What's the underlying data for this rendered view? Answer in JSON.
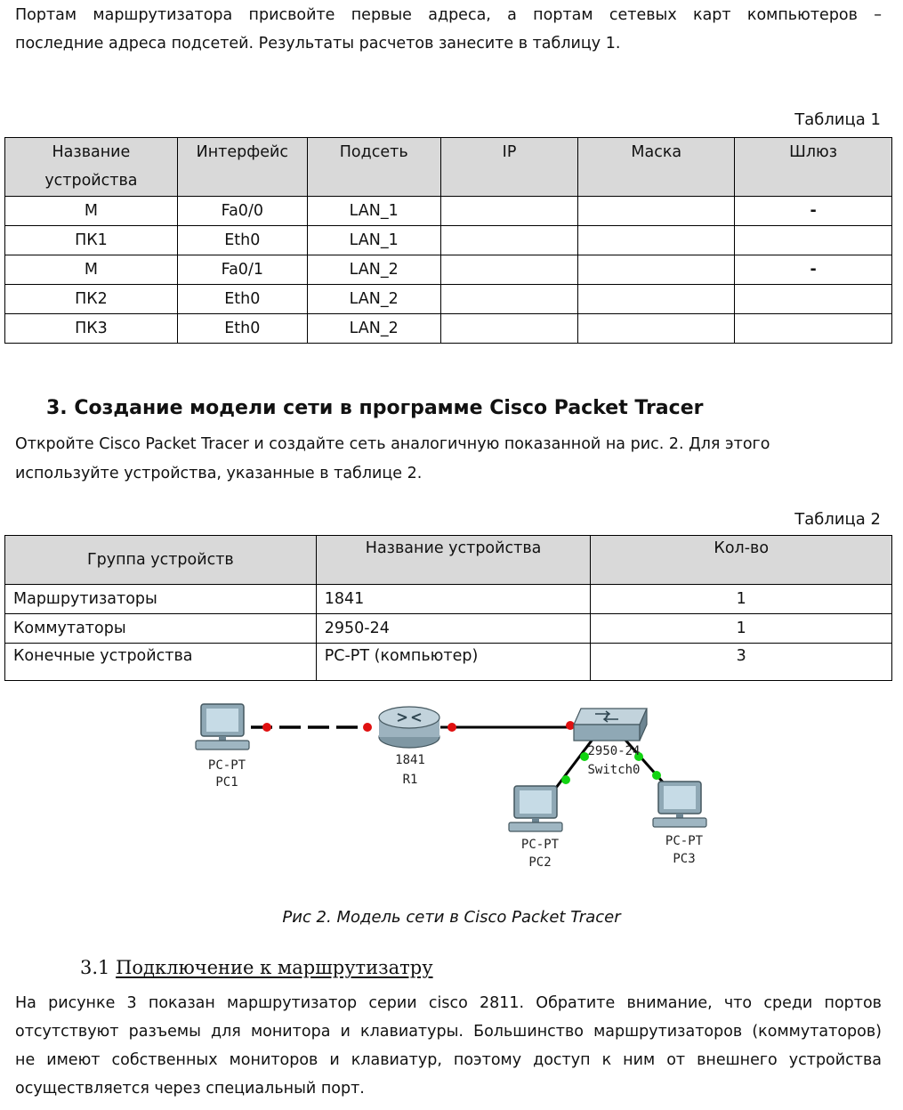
{
  "intro": {
    "line1": "Портам маршрутизатора присвойте первые адреса, а портам сетевых карт компьютеров –",
    "line2": "последние адреса подсетей.  Результаты расчетов занесите в таблицу 1."
  },
  "table1": {
    "caption": "Таблица 1",
    "headers": [
      "Название устройства",
      "Интерфейс",
      "Подсеть",
      "IP",
      "Маска",
      "Шлюз"
    ],
    "rows": [
      [
        "М",
        "Fa0/0",
        "LAN_1",
        "",
        "",
        "-"
      ],
      [
        "ПК1",
        "Eth0",
        "LAN_1",
        "",
        "",
        ""
      ],
      [
        "М",
        "Fa0/1",
        "LAN_2",
        "",
        "",
        "-"
      ],
      [
        "ПК2",
        "Eth0",
        "LAN_2",
        "",
        "",
        ""
      ],
      [
        "ПК3",
        "Eth0",
        "LAN_2",
        "",
        "",
        ""
      ]
    ]
  },
  "section3": {
    "heading": "3.  Создание модели сети в программе Cisco Packet Tracer",
    "line1": "Откройте Cisco Packet Tracer и создайте сеть аналогичную показанной на рис. 2. Для этого",
    "line2": "используйте устройства, указанные в таблице 2."
  },
  "table2": {
    "caption": "Таблица 2",
    "headers": [
      "Группа устройств",
      "Название устройства",
      "Кол-во"
    ],
    "rows": [
      [
        "Маршрутизаторы",
        "1841",
        "1"
      ],
      [
        "Коммутаторы",
        "2950-24",
        "1"
      ],
      [
        "Конечные устройства",
        "PC-PT (компьютер)",
        "3"
      ]
    ]
  },
  "diagram": {
    "pc1": {
      "type": "PC-PT",
      "name": "PC1"
    },
    "router": {
      "type": "1841",
      "name": "R1"
    },
    "switch": {
      "type": "2950-24",
      "name": "Switch0"
    },
    "pc2": {
      "type": "PC-PT",
      "name": "PC2"
    },
    "pc3": {
      "type": "PC-PT",
      "name": "PC3"
    }
  },
  "figure_caption": "Рис 2. Модель сети в Cisco Packet Tracer",
  "subsection": {
    "number": "3.1",
    "title": "Подключение к  маршрутизатру"
  },
  "body": {
    "line1": "На рисунке 3 показан маршрутизатор серии cisco 2811. Обратите внимание, что среди портов",
    "line2": "отсутствуют разъемы для монитора и клавиатуры. Большинство маршрутизаторов  (коммутаторов)",
    "line3": "не имеют собственных мониторов и клавиатур, поэтому доступ к ним от внешнего устройства",
    "line4": "осуществляется  через специальный порт."
  }
}
